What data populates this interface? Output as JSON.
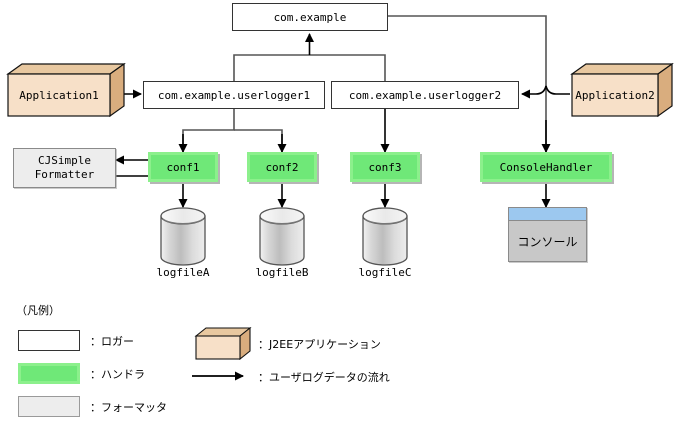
{
  "diagram": {
    "nodes": {
      "root_logger": "com.example",
      "logger1": "com.example.userlogger1",
      "logger2": "com.example.userlogger2",
      "app1": "Application1",
      "app2": "Application2",
      "formatter": {
        "line1": "CJSimple",
        "line2": "Formatter"
      },
      "handler1": "conf1",
      "handler2": "conf2",
      "handler3": "conf3",
      "console_handler": "ConsoleHandler",
      "console_window": "コンソール",
      "logfileA": "logfileA",
      "logfileB": "logfileB",
      "logfileC": "logfileC"
    }
  },
  "legend": {
    "title": "（凡例）",
    "items": [
      {
        "swatch": "logger-box",
        "label": "：ロガー"
      },
      {
        "swatch": "handler-box",
        "label": "：ハンドラ"
      },
      {
        "swatch": "formatter-box",
        "label": "：フォーマッタ"
      },
      {
        "swatch": "app3d-box",
        "label": "：J2EEアプリケーション"
      },
      {
        "swatch": "arrow",
        "label": "：ユーザログデータの流れ"
      }
    ]
  },
  "colors": {
    "handler_fill": "#6fe878",
    "handler_border": "#8cf08c",
    "app_front": "#f7e0c8",
    "app_top": "#e8c8a0",
    "app_side": "#d9ad7e",
    "formatter_fill": "#ededed",
    "console_title": "#9cc8ef",
    "console_body": "#c8c8c8",
    "line": "#555555",
    "arrow": "#000000"
  }
}
